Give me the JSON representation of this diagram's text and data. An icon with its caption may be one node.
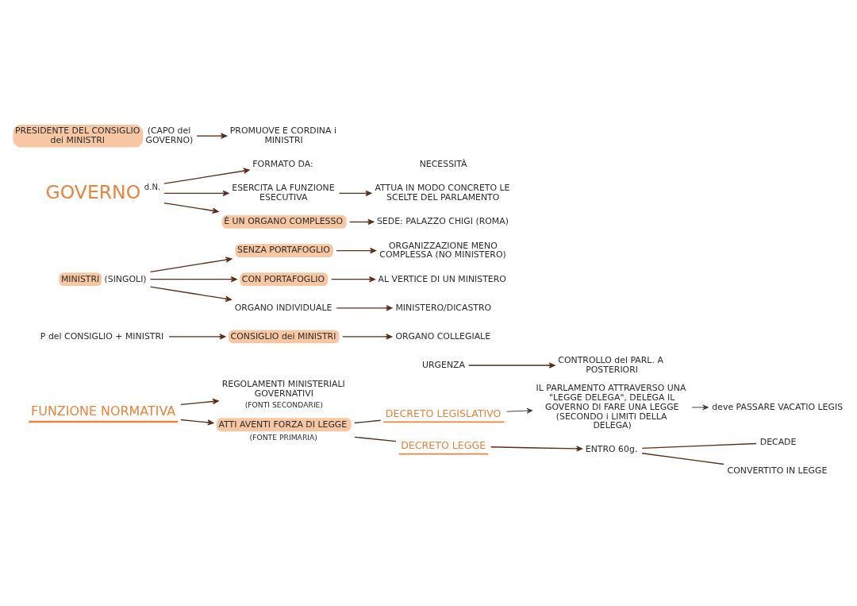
{
  "diagram": {
    "nodes": [
      {
        "text": [
          "GOVERNO"
        ],
        "beside": [
          "d.N."
        ]
      },
      {
        "text": [
          "È UN ORGANO COMPLESSO"
        ]
      },
      {
        "text": [
          "SEDE: PALAZZO CHIGI (ROMA)"
        ]
      },
      {
        "text": [
          "ESERCITA LA FUNZIONE ESECUTIVA"
        ]
      },
      {
        "text": [
          "FORMATO DA:"
        ]
      },
      {
        "text": [
          "PRESIDENTE DEL CONSIGLIO dei MINISTRI"
        ],
        "beside": [
          "(CAPO del GOVERNO)"
        ]
      },
      {
        "text": [
          "PROMUOVE E CORDINA i MINISTRI"
        ]
      },
      {
        "text": [
          "ATTUA IN MODO CONCRETO LE SCELTE DEL PARLAMENTO"
        ]
      },
      {
        "text": [
          "MINISTRI"
        ],
        "beside": [
          "(SINGOLI)"
        ]
      },
      {
        "text": [
          "ORGANO INDIVIDUALE"
        ]
      },
      {
        "text": [
          "MINISTERO/DICASTRO"
        ]
      },
      {
        "text": [
          "CON PORTAFOGLIO"
        ]
      },
      {
        "text": [
          "AL VERTICE DI UN MINISTERO"
        ]
      },
      {
        "text": [
          "SENZA PORTAFOGLIO"
        ]
      },
      {
        "text": [
          "ORGANIZZAZIONE MENO COMPLESSA (NO MINISTERO)"
        ]
      },
      {
        "text": [
          "P del CONSIGLIO + MINISTRI"
        ]
      },
      {
        "text": [
          "CONSIGLIO dei MINISTRI"
        ]
      },
      {
        "text": [
          "ORGANO COLLEGIALE"
        ]
      },
      {
        "text": [
          "FUNZIONE NORMATIVA"
        ]
      },
      {
        "text": [
          "ATTI AVENTI FORZA DI LEGGE",
          "(FONTE PRIMARIA)"
        ]
      },
      {
        "text": [
          "DECRETO LEGGE"
        ]
      },
      {
        "text": [
          "DECRETO LEGISLATIVO"
        ]
      },
      {
        "text": [
          "URGENZA"
        ]
      },
      {
        "text": [
          "CONTROLLO del PARL. A POSTERIORI"
        ]
      },
      {
        "text": [
          "IL PARLAMENTO ATTRAVERSO UNA \"LEGGE DELEGA\", DELEGA IL GOVERNO DI FARE UNA LEGGE (SECONDO i LIMITI DELLA DELEGA)"
        ]
      },
      {
        "text": [
          "ENTRO 60g."
        ]
      },
      {
        "text": [
          "deve PASSARE VACATIO LEGIS"
        ]
      },
      {
        "text": [
          "CONVERTITO IN LEGGE"
        ]
      },
      {
        "text": [
          "DECADE"
        ]
      },
      {
        "text": [
          "REGOLAMENTI MINISTERIALI GOVERNATIVI",
          "(FONTI SECONDARIE)"
        ]
      }
    ],
    "edges": [
      {
        "from": 0,
        "to": 1,
        "arrow": "to"
      },
      {
        "from": 1,
        "to": 2,
        "arrow": "to"
      },
      {
        "from": 0,
        "to": 3,
        "arrow": "to"
      },
      {
        "from": 3,
        "to": 7,
        "arrow": "to"
      },
      {
        "from": 0,
        "to": 4,
        "arrow": "to"
      },
      {
        "from": 5,
        "to": 6,
        "arrow": "to"
      },
      {
        "from": 8,
        "to": 9,
        "arrow": "to"
      },
      {
        "from": 9,
        "to": 10,
        "arrow": "to"
      },
      {
        "from": 8,
        "to": 11,
        "arrow": "to"
      },
      {
        "from": 11,
        "to": 12,
        "arrow": "to"
      },
      {
        "from": 8,
        "to": 13,
        "arrow": "to"
      },
      {
        "from": 13,
        "to": 14,
        "arrow": "to"
      },
      {
        "from": 15,
        "to": 16,
        "arrow": "to"
      },
      {
        "from": 16,
        "to": 17,
        "arrow": "to"
      },
      {
        "from": 18,
        "to": 19,
        "arrow": "to"
      },
      {
        "from": 19,
        "to": 20,
        "arrow": "none"
      },
      {
        "from": 19,
        "to": 21,
        "arrow": "none"
      },
      {
        "from": 20,
        "to": 25,
        "arrow": "to"
      },
      {
        "from": 22,
        "to": 23,
        "arrow": "to"
      },
      {
        "from": 21,
        "to": 24,
        "arrow": "to",
        "color": "#333333"
      },
      {
        "from": 24,
        "to": 26,
        "arrow": "to",
        "color": "#333333"
      },
      {
        "from": 25,
        "to": 27,
        "arrow": "none"
      },
      {
        "from": 25,
        "to": 28,
        "arrow": "none"
      },
      {
        "from": 18,
        "to": 29,
        "arrow": "to"
      }
    ],
    "labels": [
      "NECESSITÀ"
    ]
  }
}
